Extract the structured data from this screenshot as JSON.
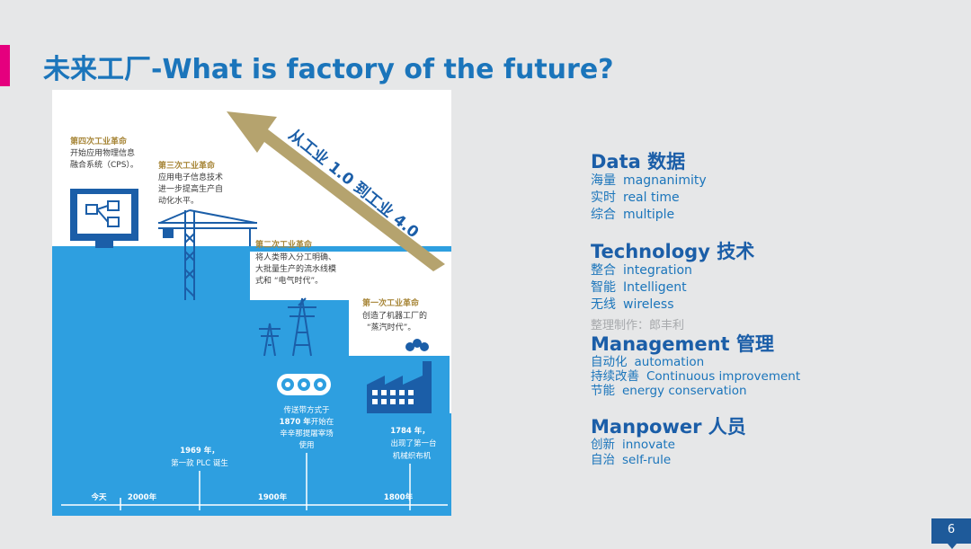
{
  "slide": {
    "title": "未来工厂-What is factory of the future?",
    "page_number": "6",
    "watermark": "整理制作：郎丰利"
  },
  "infographic": {
    "arrow_label": "从工业 1.0 到工业 4.0",
    "rev4": {
      "title": "第四次工业革命",
      "lines": [
        "开始应用物理信息",
        "融合系统（CPS）。"
      ]
    },
    "rev3": {
      "title": "第三次工业革命",
      "lines": [
        "应用电子信息技术",
        "进一步提高生产自",
        "动化水平。"
      ]
    },
    "rev2": {
      "title": "第二次工业革命",
      "lines": [
        "将人类带入分工明确、",
        "大批量生产的流水线模",
        "式和 “电气时代”。"
      ]
    },
    "rev1": {
      "title": "第一次工业革命",
      "lines": [
        "创造了机器工厂的",
        "“蒸汽时代”。"
      ]
    },
    "event_1969": {
      "year": "1969 年，",
      "lines": [
        "第一款 PLC 诞生"
      ]
    },
    "event_1870": {
      "lines": [
        "传送带方式于"
      ],
      "year": "1870 年",
      "year_suffix": "开始在",
      "lines2": [
        "辛辛那提屠宰场",
        "使用"
      ]
    },
    "event_1784": {
      "year": "1784 年，",
      "lines": [
        "出现了第一台",
        "机械织布机"
      ]
    },
    "timeline": [
      "今天",
      "2000年",
      "1900年",
      "1800年"
    ],
    "colors": {
      "stairs": "#2e9fe0",
      "arrow": "#b5a36e",
      "text_gold": "#a8873a",
      "dark_blue": "#1b5ea8"
    }
  },
  "sections": [
    {
      "title": "Data  数据",
      "items": [
        {
          "cn": "海量",
          "en": "magnanimity"
        },
        {
          "cn": "实时",
          "en": "real time"
        },
        {
          "cn": "综合",
          "en": "multiple"
        }
      ]
    },
    {
      "title": "Technology  技术",
      "items": [
        {
          "cn": "整合",
          "en": "integration"
        },
        {
          "cn": "智能",
          "en": "Intelligent"
        },
        {
          "cn": "无线",
          "en": "wireless"
        }
      ]
    },
    {
      "title": "Management  管理",
      "items": [
        {
          "cn": "自动化",
          "en": "automation"
        },
        {
          "cn": "持续改善",
          "en": "Continuous improvement"
        },
        {
          "cn": "节能",
          "en": "energy conservation"
        }
      ]
    },
    {
      "title": "Manpower  人员",
      "items": [
        {
          "cn": "创新",
          "en": "innovate"
        },
        {
          "cn": "自治",
          "en": "self-rule"
        }
      ]
    }
  ]
}
